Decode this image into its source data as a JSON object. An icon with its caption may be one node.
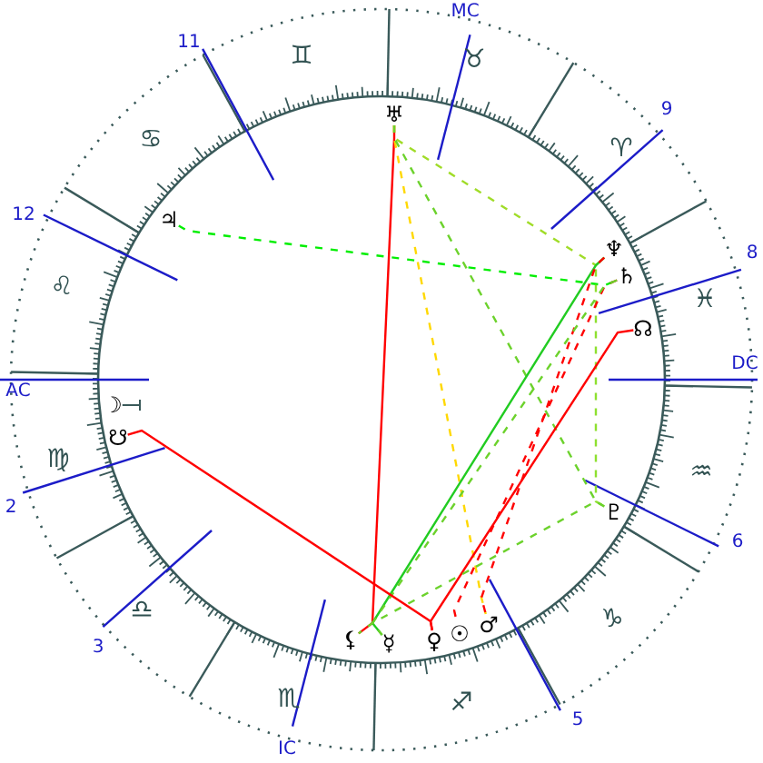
{
  "diagram": {
    "nodes": [
      {
        "text": [
          "♅"
        ]
      },
      {
        "text": [
          "♃"
        ]
      },
      {
        "text": [
          "♆"
        ]
      },
      {
        "text": [
          "♄"
        ]
      },
      {
        "text": [
          "☊"
        ]
      },
      {
        "text": [
          "☽"
        ]
      },
      {
        "text": [
          "☋"
        ]
      },
      {
        "text": [
          "♇"
        ]
      },
      {
        "text": [
          "⚸"
        ]
      },
      {
        "text": [
          "☿"
        ]
      },
      {
        "text": [
          "♀"
        ]
      },
      {
        "text": [
          "☉"
        ]
      },
      {
        "text": [
          "♂"
        ]
      }
    ],
    "edges": [
      {
        "from": 0,
        "to": 8,
        "arrow": "none",
        "color": "#ff0000"
      },
      {
        "from": 0,
        "to": 2,
        "arrow": "none",
        "style": "dashed",
        "color": "#a0dc28"
      },
      {
        "from": 0,
        "to": 12,
        "arrow": "none",
        "style": "dashed",
        "color": "#ffd800"
      },
      {
        "from": 0,
        "to": 7,
        "arrow": "none",
        "style": "dashed",
        "color": "#6cd22c"
      },
      {
        "from": 1,
        "to": 3,
        "arrow": "none",
        "style": "dashed",
        "color": "#00ee00"
      },
      {
        "from": 2,
        "to": 7,
        "arrow": "none",
        "style": "dashed",
        "color": "#8ee030"
      },
      {
        "from": 2,
        "to": 9,
        "arrow": "none",
        "color": "#22cc22"
      },
      {
        "from": 2,
        "to": 12,
        "arrow": "none",
        "style": "dashed",
        "color": "#ff0000"
      },
      {
        "from": 3,
        "to": 11,
        "arrow": "none",
        "style": "dashed",
        "color": "#ff0000"
      },
      {
        "from": 3,
        "to": 9,
        "arrow": "none",
        "style": "dashed",
        "color": "#6cd22c"
      },
      {
        "from": 4,
        "to": 10,
        "arrow": "none",
        "color": "#ff0000"
      },
      {
        "from": 6,
        "to": 10,
        "arrow": "none",
        "color": "#ff0000"
      },
      {
        "from": 7,
        "to": 8,
        "arrow": "none",
        "style": "dashed",
        "color": "#6cd22c"
      }
    ],
    "labels": [
      "MC",
      "11",
      "♊",
      "♉",
      "9",
      "♋",
      "♈",
      "12",
      "8",
      "♌",
      "♓",
      "DC",
      "AC",
      "♍",
      "♒",
      "2",
      "6",
      "♎",
      "♑",
      "3",
      "♏",
      "♐",
      "5",
      "IC"
    ]
  }
}
